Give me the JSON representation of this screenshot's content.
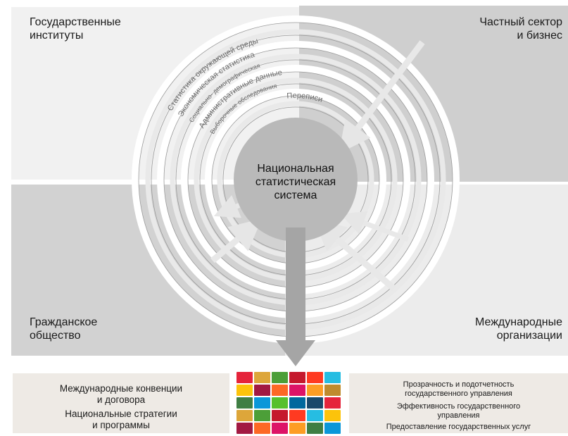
{
  "quadrants": {
    "top_left": "Государственные\nинституты",
    "top_right_line1": "Частный сектор",
    "top_right_line2": "и бизнес",
    "bottom_left_line1": "Гражданское",
    "bottom_left_line2": "общество",
    "bottom_right_line1": "Международные",
    "bottom_right_line2": "организации"
  },
  "center": {
    "line1": "Национальная",
    "line2": "статистическая",
    "line3": "система"
  },
  "rings": [
    "Статистика окружающей среды",
    "Экономическая статистика",
    "Социально- демографическая",
    "Административные данные",
    "Выборочные обследования",
    "Переписи"
  ],
  "bottom_left": {
    "line1": "Международные конвенции",
    "line2": "и договора",
    "line3": "Национальные стратегии",
    "line4": "и программы"
  },
  "bottom_right": {
    "line1": "Прозрачность и подотчетность",
    "line2": "государственного управления",
    "line3": "Эффективность государственного",
    "line4": "управления",
    "line5": "Предоставление государственных услуг"
  },
  "sdg_colors": [
    "#e5243b",
    "#dda63a",
    "#4c9f38",
    "#c5192d",
    "#ff3a21",
    "#26bde2",
    "#fcc30b",
    "#a21942",
    "#fd6925",
    "#dd1367",
    "#fd9d24",
    "#bf8b2e",
    "#3f7e44",
    "#0a97d9",
    "#56c02b",
    "#00689d",
    "#19486a",
    "#e5243b",
    "#dda63a",
    "#4c9f38",
    "#c5192d",
    "#ff3a21",
    "#26bde2",
    "#fcc30b",
    "#a21942",
    "#fd6925",
    "#dd1367",
    "#fd9d24",
    "#3f7e44",
    "#0a97d9"
  ]
}
